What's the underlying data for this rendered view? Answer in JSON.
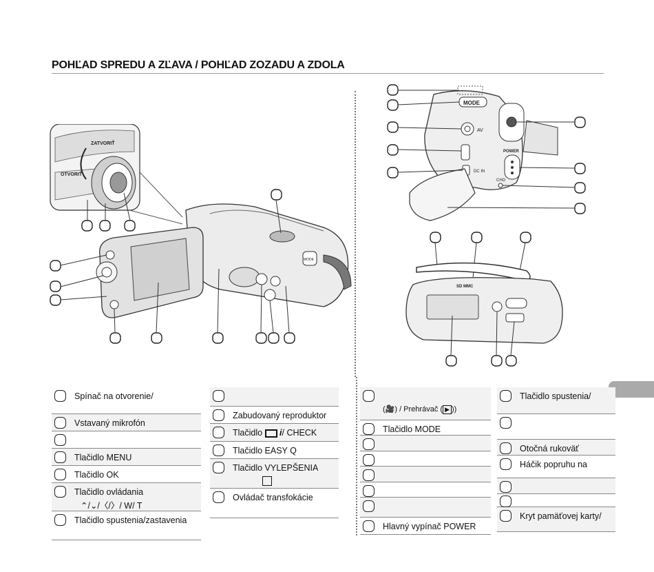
{
  "page": {
    "title": "POHĽAD SPREDU A ZĽAVA / POHĽAD ZOZADU A ZDOLA"
  },
  "diagram": {
    "inset_labels": {
      "close": "ZATVORIŤ",
      "open": "OTVORIŤ"
    },
    "back_labels": {
      "mode": "MODE",
      "av": "AV",
      "dcin": "DC IN",
      "power": "POWER",
      "chg": "CHG"
    },
    "bottom_labels": {
      "sdmmc": "SD MMC"
    },
    "front_labels": {
      "mode": "MODE"
    }
  },
  "table_left": {
    "rows": [
      {
        "label": "Spínač na otvorenie/",
        "sub": ""
      },
      {
        "label": "Vstavaný mikrofón",
        "sub": ""
      },
      {
        "label": "",
        "sub": ""
      },
      {
        "label": "Tlačidlo MENU",
        "sub": ""
      },
      {
        "label": "Tlačidlo OK",
        "sub": ""
      },
      {
        "label": "Tlačidlo ovládania",
        "sub": "⌃/⌄/〈/〉/ W/ T"
      },
      {
        "label": "Tlačidlo spustenia/zastavenia",
        "sub": ""
      }
    ]
  },
  "table_mid": {
    "rows": [
      {
        "label": ""
      },
      {
        "label": "Zabudovaný reproduktor"
      },
      {
        "label": "Tlačidlo",
        "suffix": "/ CHECK"
      },
      {
        "label": "Tlačidlo EASY Q"
      },
      {
        "label": "Tlačidlo VYLEPŠENIA"
      },
      {
        "label": "Ovládač transfokácie"
      }
    ]
  },
  "table_right_a": {
    "rows": [
      {
        "label": "",
        "sub": "/ Prehrávač (",
        "sub_end": "))"
      },
      {
        "label": "Tlačidlo MODE"
      },
      {
        "label": ""
      },
      {
        "label": ""
      },
      {
        "label": ""
      },
      {
        "label": ""
      },
      {
        "label": ""
      },
      {
        "label": "Hlavný vypínač POWER"
      }
    ]
  },
  "table_right_b": {
    "rows": [
      {
        "label": "Tlačidlo spustenia/"
      },
      {
        "label": ""
      },
      {
        "label": "Otočná rukoväť"
      },
      {
        "label": "Háčik popruhu na"
      },
      {
        "label": ""
      },
      {
        "label": ""
      },
      {
        "label": "Kryt pamäťovej karty/"
      }
    ]
  }
}
